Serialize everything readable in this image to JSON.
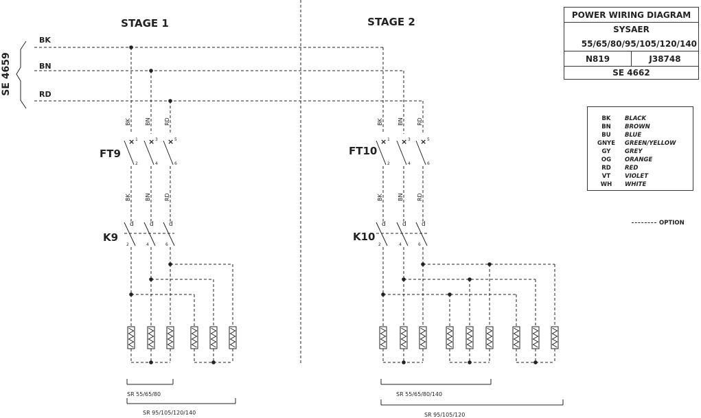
{
  "stages": {
    "stage1": "STAGE 1",
    "stage2": "STAGE 2"
  },
  "side_label": "SE 4659",
  "lines": {
    "bk": "BK",
    "bn": "BN",
    "rd": "RD"
  },
  "fuses": {
    "ft9": "FT9",
    "ft10": "FT10"
  },
  "contactors": {
    "k9": "K9",
    "k10": "K10"
  },
  "pins_top": [
    "1",
    "3",
    "5"
  ],
  "pins_bottom": [
    "2",
    "4",
    "6"
  ],
  "title_block": {
    "title": "POWER WIRING DIAGRAM",
    "product": "SYSAER",
    "models": "55/65/80/95/105/120/140",
    "code_left": "N819",
    "code_right": "J38748",
    "ref": "SE 4662"
  },
  "legend": [
    {
      "code": "BK",
      "name": "BLACK"
    },
    {
      "code": "BN",
      "name": "BROWN"
    },
    {
      "code": "BU",
      "name": "BLUE"
    },
    {
      "code": "GNYE",
      "name": "GREEN/YELLOW"
    },
    {
      "code": "GY",
      "name": "GREY"
    },
    {
      "code": "OG",
      "name": "ORANGE"
    },
    {
      "code": "RD",
      "name": "RED"
    },
    {
      "code": "VT",
      "name": "VIOLET"
    },
    {
      "code": "WH",
      "name": "WHITE"
    }
  ],
  "option_label": "OPTION",
  "ranges": {
    "s1_small": "SR 55/65/80",
    "s1_large": "SR 95/105/120/140",
    "s2_small": "SR 55/65/80/140",
    "s2_large": "SR 95/105/120"
  }
}
